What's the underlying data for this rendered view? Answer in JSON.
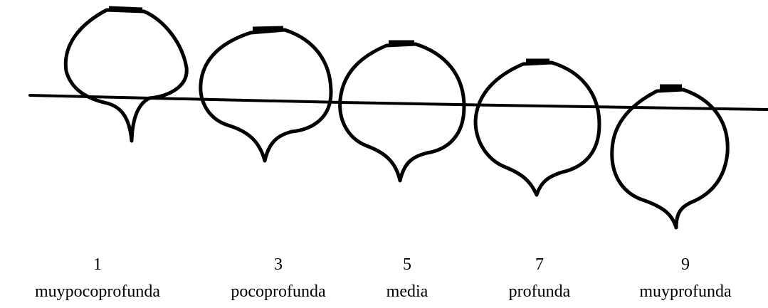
{
  "diagram": {
    "items": [
      {
        "number": "1",
        "name": "muypocoprofunda"
      },
      {
        "number": "3",
        "name": "pocoprofunda"
      },
      {
        "number": "5",
        "name": "media"
      },
      {
        "number": "7",
        "name": "profunda"
      },
      {
        "number": "9",
        "name": "muyprofunda"
      }
    ]
  }
}
